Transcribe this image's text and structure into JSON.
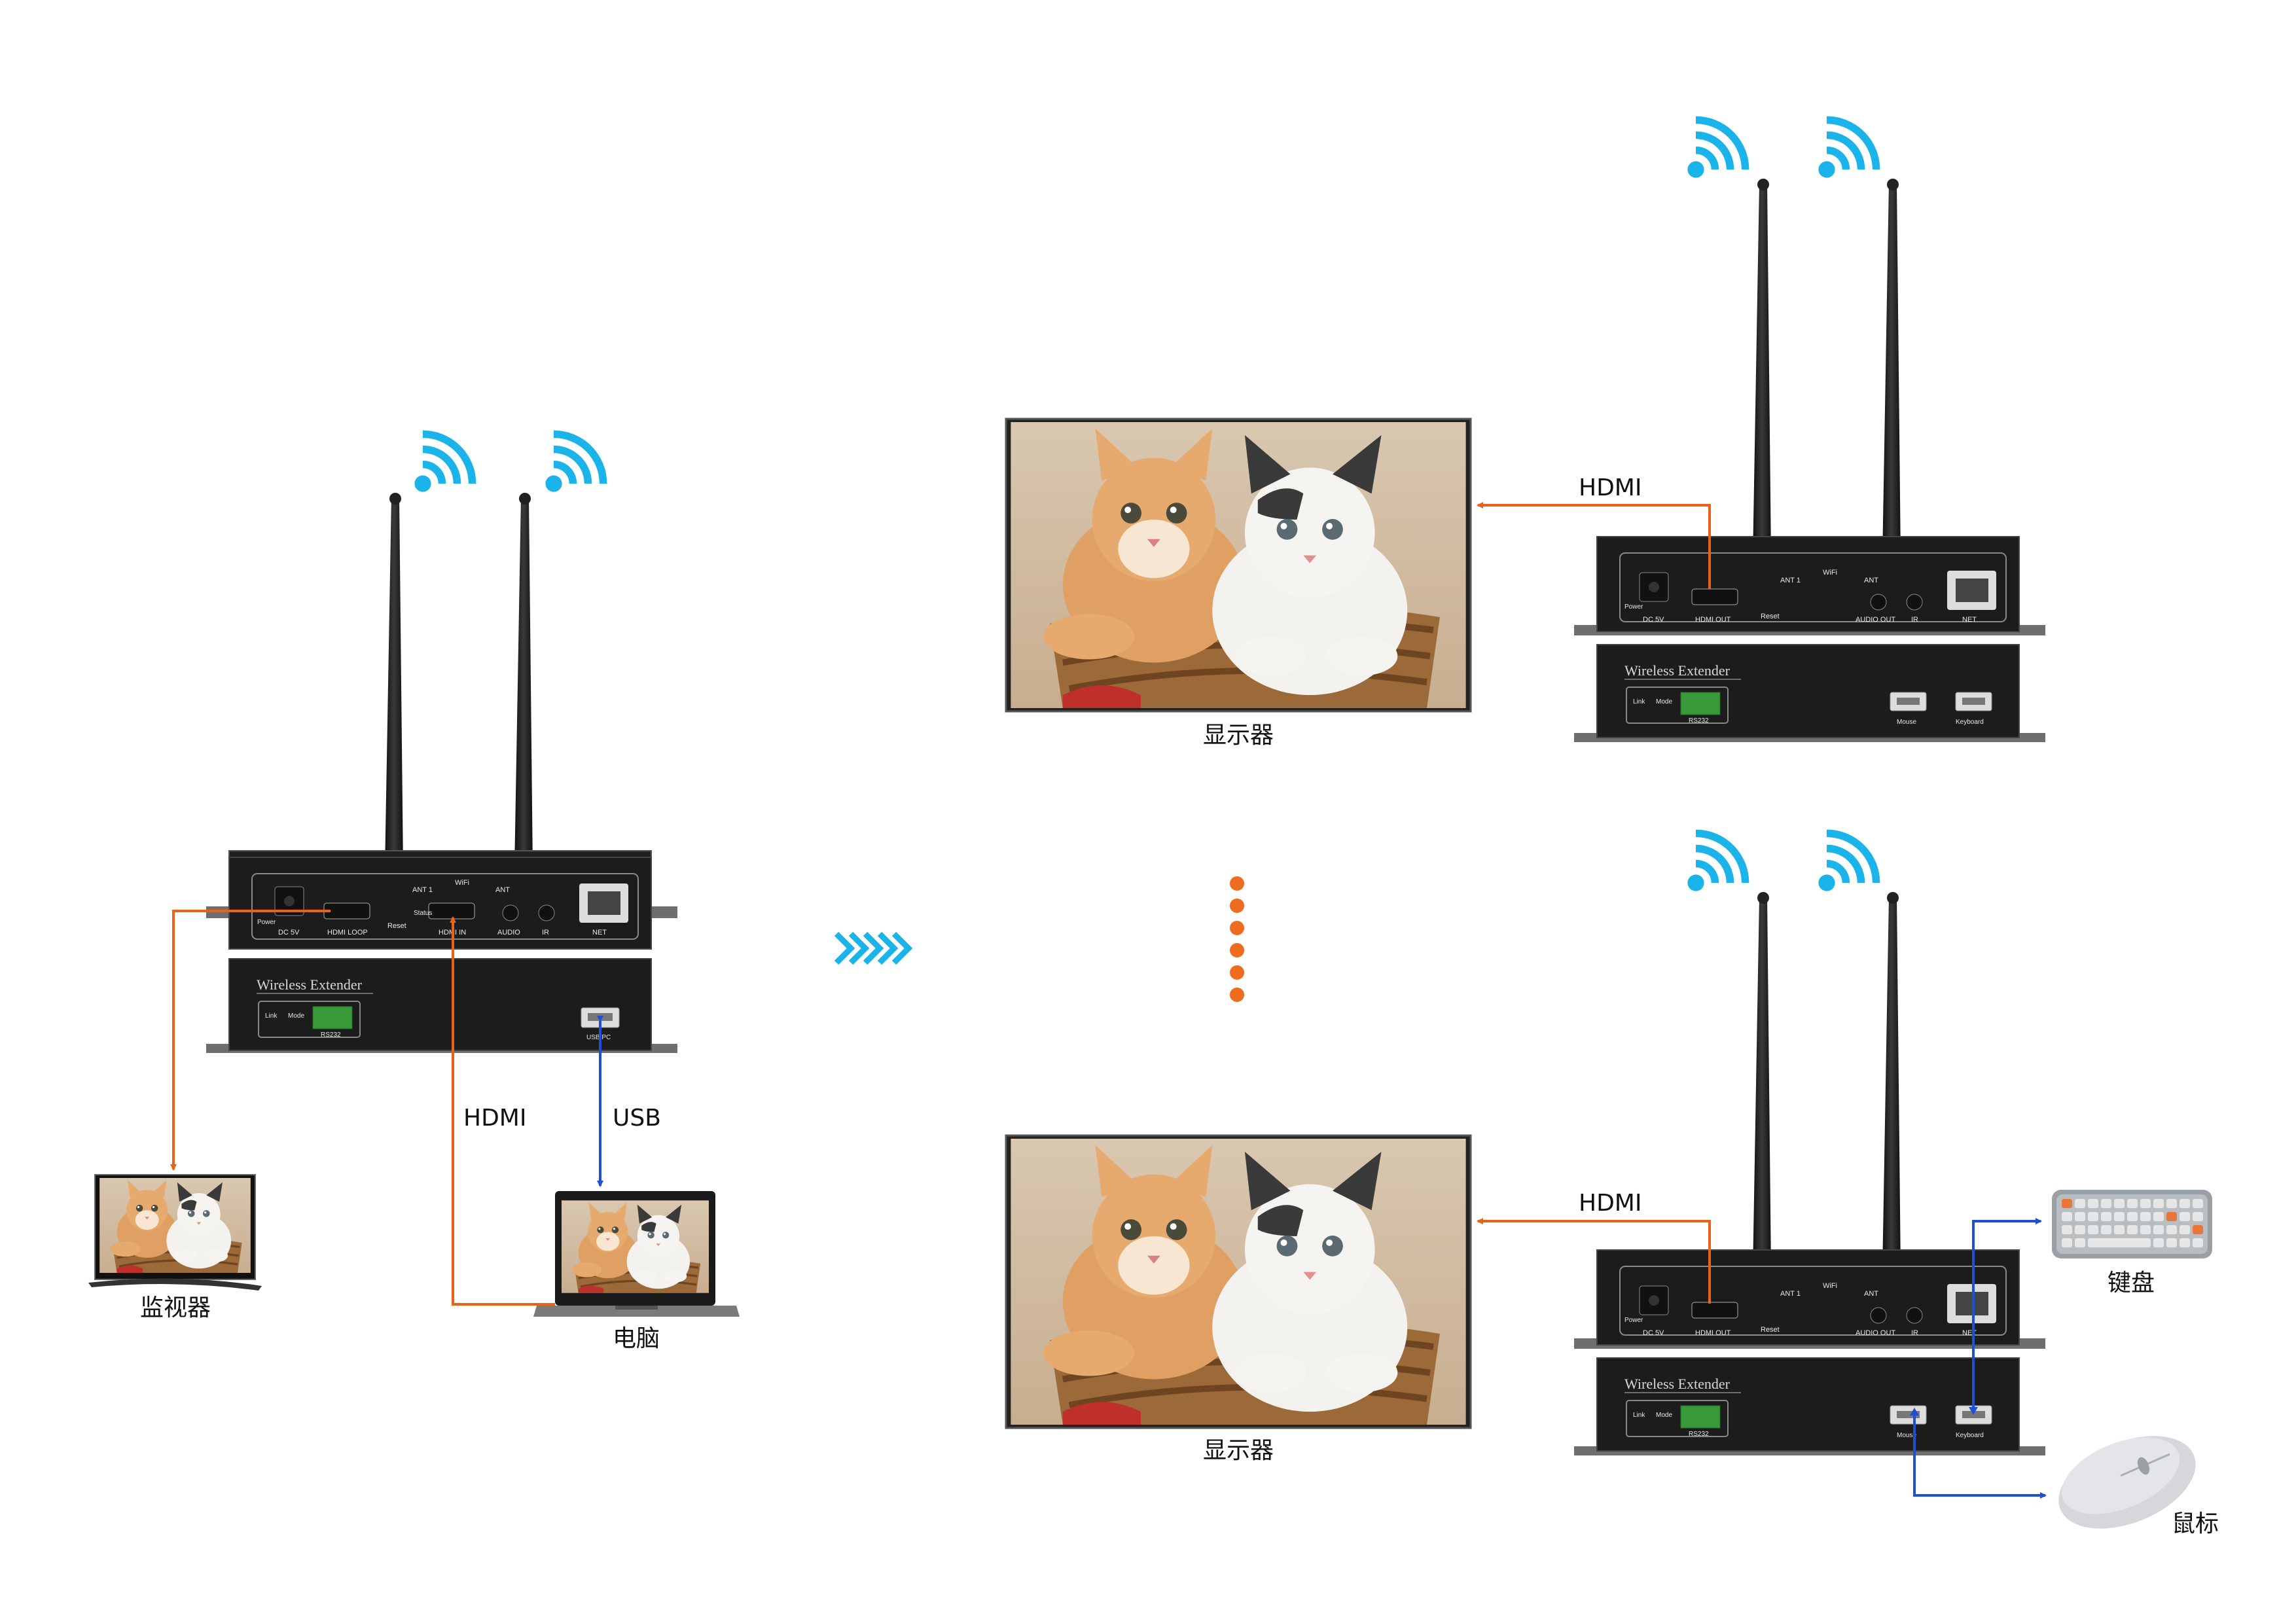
{
  "colors": {
    "hdmi_line": "#e8621a",
    "usb_line": "#1f4fd6",
    "wifi": "#1ab3ea",
    "dots": "#ef6b1e",
    "device": "#1e1e1e"
  },
  "transmitter": {
    "top_labels": {
      "power": "Power",
      "dc": "DC 5V",
      "hdmi_loop": "HDMI LOOP",
      "reset": "Reset",
      "ant1": "ANT 1",
      "wifi": "WiFi",
      "ant": "ANT",
      "status": "Status",
      "hdmi_in": "HDMI IN",
      "audio": "AUDIO",
      "ir": "IR",
      "net": "NET"
    },
    "bottom_labels": {
      "brand": "Wireless Extender",
      "link": "Link",
      "mode": "Mode",
      "rs232": "RS232",
      "usb_pc": "USB PC"
    }
  },
  "receiver": {
    "top_labels": {
      "power": "Power",
      "dc": "DC 5V",
      "hdmi_out": "HDMI OUT",
      "reset": "Reset",
      "ant1": "ANT 1",
      "wifi": "WiFi",
      "ant": "ANT",
      "audio_out": "AUDIO OUT",
      "ir": "IR",
      "net": "NET"
    },
    "bottom_labels": {
      "brand": "Wireless Extender",
      "link": "Link",
      "mode": "Mode",
      "rs232": "RS232",
      "mouse": "Mouse",
      "keyboard": "Keyboard"
    }
  },
  "labels": {
    "monitor": "监视器",
    "computer": "电脑",
    "hdmi_left": "HDMI",
    "usb_left": "USB",
    "display_top": "显示器",
    "display_bottom": "显示器",
    "hdmi_top": "HDMI",
    "hdmi_bottom": "HDMI",
    "keyboard": "键盘",
    "mouse": "鼠标"
  }
}
